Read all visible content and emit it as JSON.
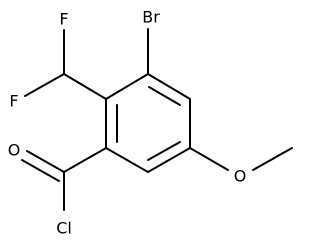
{
  "structure": {
    "atoms": [
      {
        "key": "f_top",
        "symbol": "F"
      },
      {
        "key": "f_left",
        "symbol": "F"
      },
      {
        "key": "br",
        "symbol": "Br"
      },
      {
        "key": "o_carbonyl",
        "symbol": "O"
      },
      {
        "key": "o_methoxy",
        "symbol": "O"
      },
      {
        "key": "cl",
        "symbol": "Cl"
      }
    ]
  },
  "colors": {
    "bond": "#000000",
    "label": "#000000",
    "background": "#ffffff"
  }
}
